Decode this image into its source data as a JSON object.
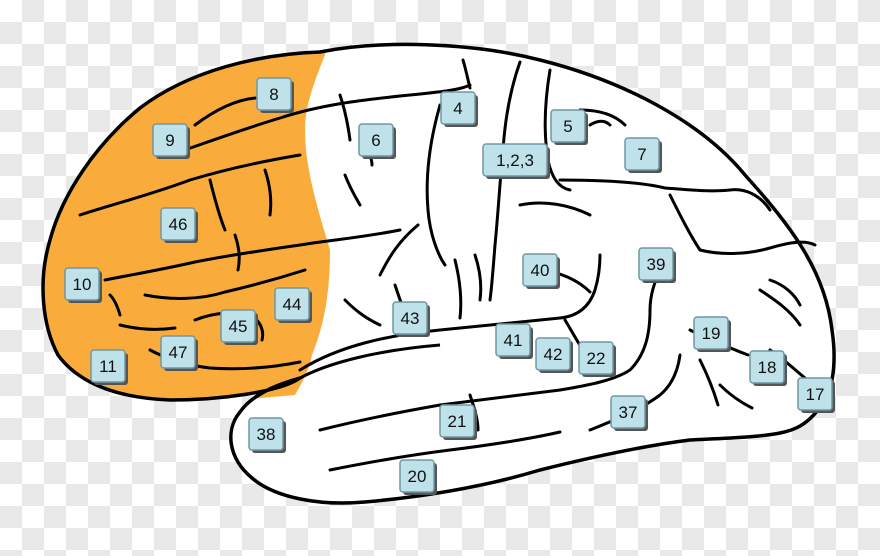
{
  "colors": {
    "checker_light": "#ffffff",
    "checker_dark": "#e9e9e9",
    "frontal_highlight": "#f9ac3c",
    "brain_fill": "#ffffff",
    "outline": "#000000",
    "label_fill": "#bfe2ea",
    "label_stroke": "#6f98a3",
    "label_shadow": "#555555"
  },
  "highlighted_region": "prefrontal cortex",
  "labels": [
    {
      "id": "8",
      "text": "8"
    },
    {
      "id": "9",
      "text": "9"
    },
    {
      "id": "4",
      "text": "4"
    },
    {
      "id": "6",
      "text": "6"
    },
    {
      "id": "5",
      "text": "5"
    },
    {
      "id": "7",
      "text": "7"
    },
    {
      "id": "123",
      "text": "1,2,3"
    },
    {
      "id": "46",
      "text": "46"
    },
    {
      "id": "10",
      "text": "10"
    },
    {
      "id": "44",
      "text": "44"
    },
    {
      "id": "45",
      "text": "45"
    },
    {
      "id": "47",
      "text": "47"
    },
    {
      "id": "11",
      "text": "11"
    },
    {
      "id": "43",
      "text": "43"
    },
    {
      "id": "40",
      "text": "40"
    },
    {
      "id": "39",
      "text": "39"
    },
    {
      "id": "41",
      "text": "41"
    },
    {
      "id": "42",
      "text": "42"
    },
    {
      "id": "22",
      "text": "22"
    },
    {
      "id": "19",
      "text": "19"
    },
    {
      "id": "18",
      "text": "18"
    },
    {
      "id": "17",
      "text": "17"
    },
    {
      "id": "37",
      "text": "37"
    },
    {
      "id": "38",
      "text": "38"
    },
    {
      "id": "21",
      "text": "21"
    },
    {
      "id": "20",
      "text": "20"
    }
  ]
}
